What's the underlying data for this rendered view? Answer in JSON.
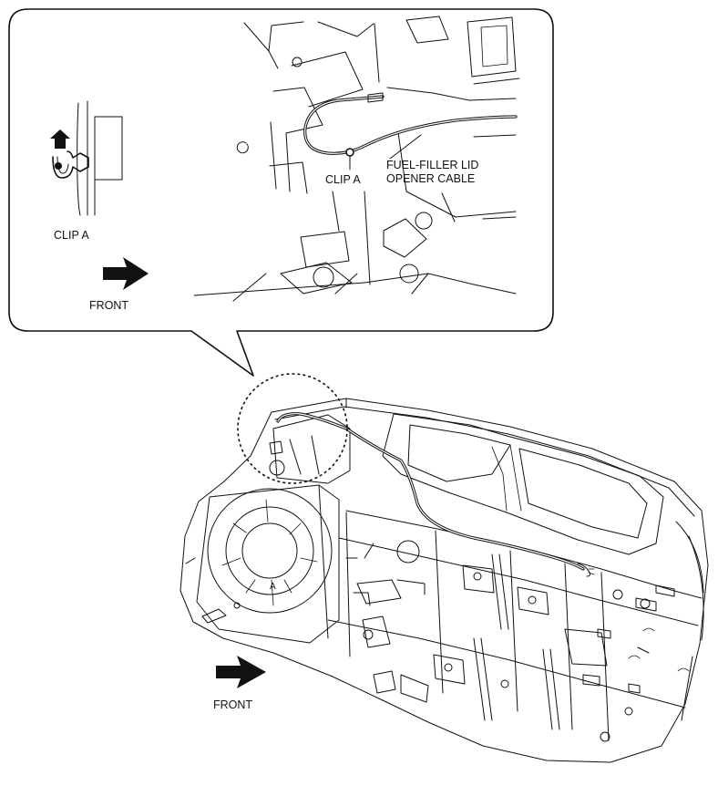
{
  "labels": {
    "clip_a_detail": "CLIP A",
    "clip_a_callout": "CLIP A",
    "cable_line1": "FUEL-FILLER LID",
    "cable_line2": "OPENER CABLE",
    "front_detail": "FRONT",
    "front_main": "FRONT"
  }
}
